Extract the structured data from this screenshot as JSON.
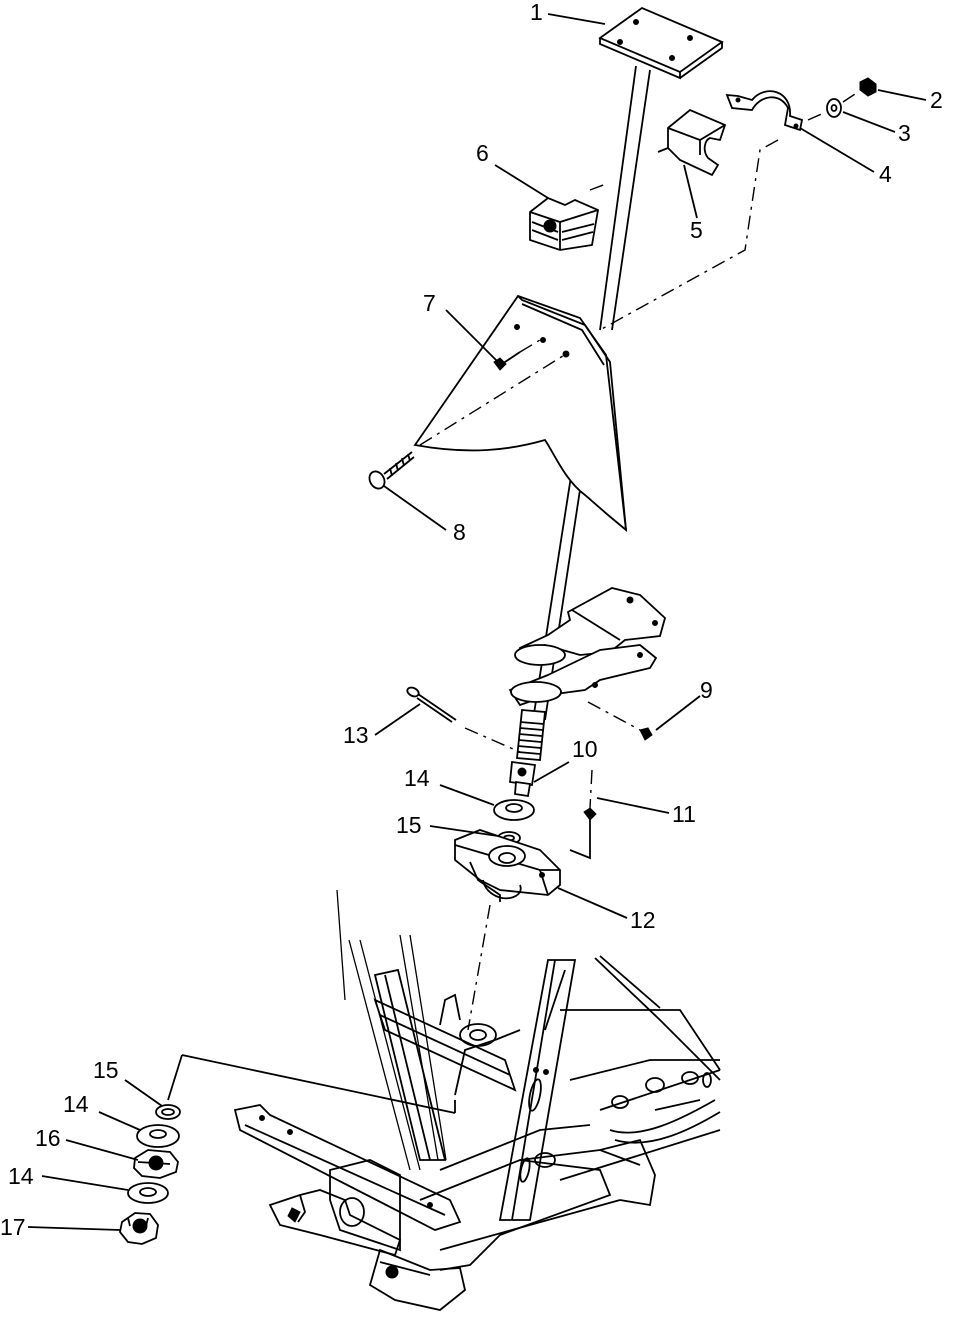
{
  "callouts": [
    {
      "id": "1",
      "text": "1"
    },
    {
      "id": "2",
      "text": "2"
    },
    {
      "id": "3",
      "text": "3"
    },
    {
      "id": "4",
      "text": "4"
    },
    {
      "id": "5",
      "text": "5"
    },
    {
      "id": "6",
      "text": "6"
    },
    {
      "id": "7",
      "text": "7"
    },
    {
      "id": "8",
      "text": "8"
    },
    {
      "id": "9",
      "text": "9"
    },
    {
      "id": "10",
      "text": "10"
    },
    {
      "id": "11",
      "text": "11"
    },
    {
      "id": "12",
      "text": "12"
    },
    {
      "id": "13",
      "text": "13"
    },
    {
      "id": "14a",
      "text": "14"
    },
    {
      "id": "14b",
      "text": "14"
    },
    {
      "id": "14c",
      "text": "14"
    },
    {
      "id": "15a",
      "text": "15"
    },
    {
      "id": "15b",
      "text": "15"
    },
    {
      "id": "16",
      "text": "16"
    },
    {
      "id": "17",
      "text": "17"
    }
  ]
}
